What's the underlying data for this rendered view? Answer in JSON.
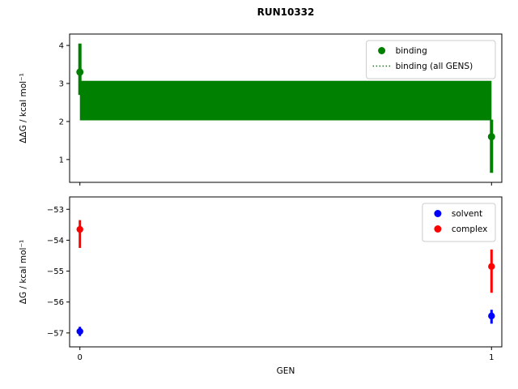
{
  "figure": {
    "title": "RUN10332"
  },
  "chart_data": [
    {
      "type": "scatter",
      "name": "binding-subplot",
      "title": "",
      "xlabel": "",
      "ylabel": "ΔΔG / kcal mol⁻¹",
      "xlim": [
        -0.025,
        1.025
      ],
      "ylim": [
        0.4,
        4.3
      ],
      "yticks": [
        1,
        2,
        3,
        4
      ],
      "xticks": [
        0,
        1
      ],
      "show_xticklabels": false,
      "grid": false,
      "legend_position": "upper right",
      "series": [
        {
          "name": "binding (all GENS)",
          "style": "band",
          "color": "#008000",
          "x": [
            0,
            1
          ],
          "band_low": 2.03,
          "band_high": 3.07
        },
        {
          "name": "binding",
          "color": "#008000",
          "marker": "circle",
          "markersize": 4.5,
          "elinewidth": 4,
          "x": [
            0,
            1
          ],
          "y": [
            3.3,
            1.6
          ],
          "yerr_high": [
            0.75,
            0.45
          ],
          "yerr_low": [
            0.6,
            0.95
          ]
        }
      ],
      "legend": [
        {
          "label": "binding",
          "marker": "dot",
          "color": "#008000"
        },
        {
          "label": "binding (all GENS)",
          "marker": "dotted-line",
          "color": "#008000"
        }
      ]
    },
    {
      "type": "scatter",
      "name": "dg-subplot",
      "title": "",
      "xlabel": "GEN",
      "ylabel": "ΔG / kcal mol⁻¹",
      "xlim": [
        -0.025,
        1.025
      ],
      "ylim": [
        -57.45,
        -52.6
      ],
      "yticks": [
        -53,
        -54,
        -55,
        -56,
        -57
      ],
      "xticks": [
        0,
        1
      ],
      "show_xticklabels": true,
      "grid": false,
      "legend_position": "upper right",
      "series": [
        {
          "name": "solvent",
          "color": "#0000ff",
          "marker": "circle",
          "markersize": 4.2,
          "elinewidth": 3,
          "x": [
            0,
            1
          ],
          "y": [
            -56.95,
            -56.45
          ],
          "yerr_high": [
            0.15,
            0.2
          ],
          "yerr_low": [
            0.15,
            0.25
          ]
        },
        {
          "name": "complex",
          "color": "#ff0000",
          "marker": "circle",
          "markersize": 4.2,
          "elinewidth": 3,
          "x": [
            0,
            1
          ],
          "y": [
            -53.65,
            -54.85
          ],
          "yerr_high": [
            0.3,
            0.55
          ],
          "yerr_low": [
            0.6,
            0.85
          ]
        }
      ],
      "legend": [
        {
          "label": "solvent",
          "marker": "dot",
          "color": "#0000ff"
        },
        {
          "label": "complex",
          "marker": "dot",
          "color": "#ff0000"
        }
      ]
    }
  ]
}
